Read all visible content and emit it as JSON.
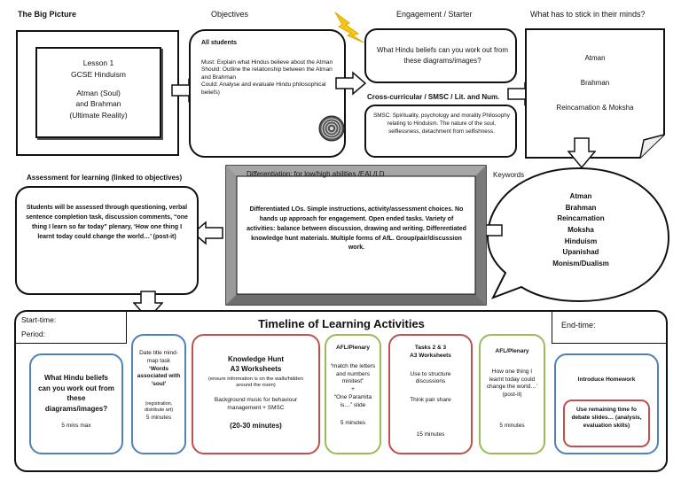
{
  "headers": {
    "big_picture": "The Big Picture",
    "objectives": "Objectives",
    "engagement": "Engagement / Starter",
    "stick": "What has to stick in their minds?",
    "cross": "Cross-curricular / SMSC / Lit. and Num.",
    "keywords": "Keywords",
    "assessment": "Assessment for learning (linked to objectives)",
    "differentiation": "Differentiation: for low/high abilities /EAL/LD"
  },
  "big_picture": {
    "line1": "Lesson 1",
    "line2": "GCSE Hinduism",
    "line3": "Atman (Soul)",
    "line4": "and Brahman",
    "line5": "(Ultimate Reality)"
  },
  "objectives": {
    "title": "All students",
    "must": "Must: Explain what Hindus believe about the Atman",
    "should": "Should: Outline the relationship between the Atman and Brahman",
    "could": "Could: Analyse and evaluate Hindu philosophical beliefs)"
  },
  "engagement": {
    "question": "What Hindu beliefs can you work out from these diagrams/images?"
  },
  "cross": {
    "text": "SMSC: Spirituality, psychology and morality Philosophy relating to Hinduism. The nature of the soul, selflessness, detachment from selfishness."
  },
  "stick": {
    "items": [
      "Atman",
      "Brahman",
      "Reincarnation & Moksha"
    ]
  },
  "keywords": {
    "items": [
      "Atman",
      "Brahman",
      "Reincarnation",
      "Moksha",
      "Hinduism",
      "Upanishad",
      "Monism/Dualism"
    ]
  },
  "assessment": {
    "text": "Students will be assessed through questioning, verbal sentence completion task, discussion comments, “one thing I learn so far today” plenary, ‘How one thing I learnt today could change the world…’ (post-it)"
  },
  "differentiation": {
    "text": "Differentiated LOs. Simple instructions, activity/assessment choices. No hands up approach for engagement. Open ended tasks. Variety of activities: balance between discussion, drawing and writing. Differentiated knowledge hunt materials. Multiple forms of AfL. Group/pair/discussion work."
  },
  "timeline": {
    "start": "Start-time:",
    "period": "Period:",
    "title": "Timeline of Learning Activities",
    "end": "End-time:",
    "cards": {
      "c1": {
        "text": "What Hindu beliefs can you work out from these diagrams/images?",
        "time": "5 mins max"
      },
      "c2": {
        "text": "Date title mind-map task",
        "bold": "‘Words associated with ‘soul’",
        "note": "(registration, distribute art)",
        "time": "5 minutes"
      },
      "c3": {
        "title": "Knowledge Hunt",
        "subtitle": "A3 Worksheets",
        "note": "(ensure information is on the walls/hidden around the room)",
        "music": "Background music for behaviour management + SMSC",
        "time": "(20-30 minutes)"
      },
      "c4": {
        "title": "AFL/Plenary",
        "text": "“match the letters and numbers minitest”",
        "plus": "+",
        "text2": "“One Paramita is…” slide",
        "time": "5 minutes"
      },
      "c5": {
        "title": "Tasks 2 & 3",
        "subtitle": "A3 Worksheets",
        "text": "Use to structure discussions",
        "text2": "Think pair share",
        "time": "15 minutes"
      },
      "c6": {
        "title": "AFL/Plenary",
        "text": "How one thing I learnt today could change the world…’ (post-it)",
        "time": "5 minutes"
      },
      "c7": {
        "title": "Introduce Homework",
        "inner": "Use remaining time fo debate slides… (analysis, evaluation skills)"
      }
    }
  },
  "colors": {
    "blue": "#4f81bd",
    "red": "#c0504d",
    "green": "#9bbb59",
    "gray_frame": "#7f7f7f",
    "lightning": "#f5c518"
  }
}
